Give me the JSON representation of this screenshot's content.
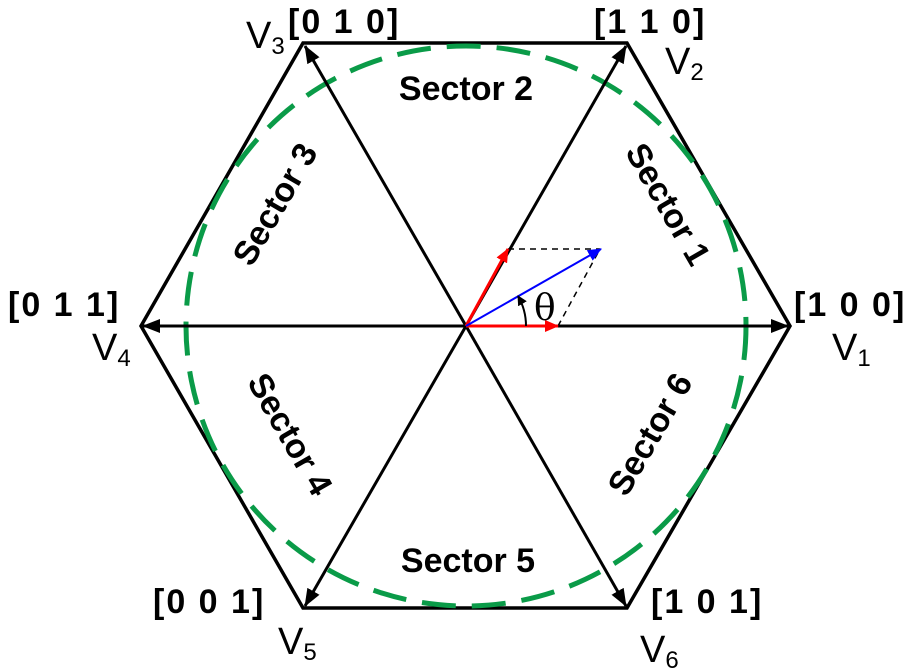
{
  "vectors": {
    "v1": {
      "code": "[1 0 0]",
      "name": "V",
      "sub": "1"
    },
    "v2": {
      "code": "[1 1 0]",
      "name": "V",
      "sub": "2"
    },
    "v3": {
      "code": "[0 1 0]",
      "name": "V",
      "sub": "3"
    },
    "v4": {
      "code": "[0 1 1]",
      "name": "V",
      "sub": "4"
    },
    "v5": {
      "code": "[0 0 1]",
      "name": "V",
      "sub": "5"
    },
    "v6": {
      "code": "[1 0 1]",
      "name": "V",
      "sub": "6"
    }
  },
  "sectors": {
    "s1": "Sector 1",
    "s2": "Sector 2",
    "s3": "Sector 3",
    "s4": "Sector 4",
    "s5": "Sector 5",
    "s6": "Sector 6"
  },
  "angle_label": "θ",
  "colors": {
    "hexagon": "#000000",
    "circle": "#0a9b48",
    "reference_vector": "#0000ff",
    "component_vectors": "#ff0000"
  }
}
